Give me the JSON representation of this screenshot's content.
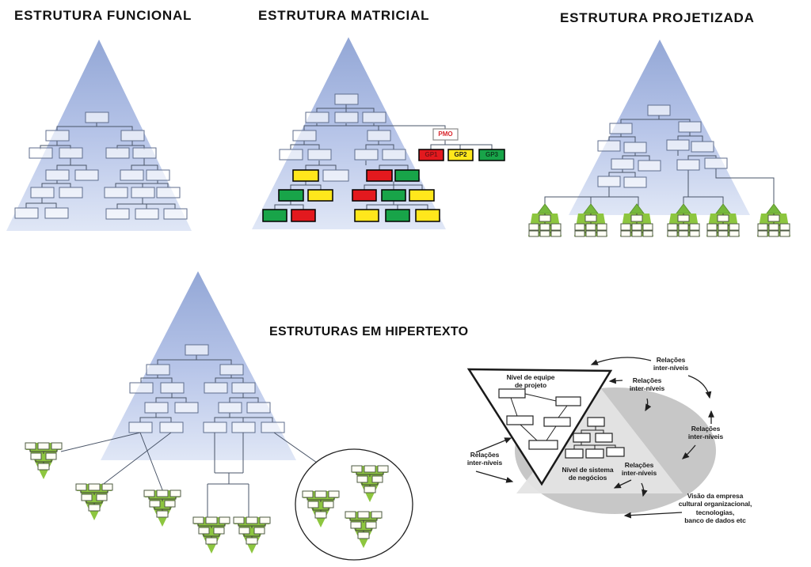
{
  "titles": {
    "funcional": "ESTRUTURA FUNCIONAL",
    "matricial": "ESTRUTURA MATRICIAL",
    "projetizada": "ESTRUTURA PROJETIZADA",
    "hipertexto": "ESTRUTURAS EM HIPERTEXTO"
  },
  "matricial_branch": {
    "pmo": "PMO",
    "gps": [
      "GP1",
      "GP2",
      "GP3"
    ]
  },
  "detail": {
    "team_level": "Nível de equipe\nde projeto",
    "business_level": "Nível de sistema\nde negócios",
    "relations": "Relações\ninter-níveis",
    "vision": "Visão da empresa\ncultural organizacional,\ntecnologias,\nbanco de dados etc"
  },
  "colors": {
    "pyramid_top": "#93a7d6",
    "pyramid_mid": "#b6c4e8",
    "pyramid_bottom": "#e0e7f6",
    "box_red": "#e3191e",
    "box_yellow": "#ffe71c",
    "box_green": "#18a449",
    "tree_green": "#8dc63f",
    "tree_green_dark": "#76b83c",
    "detail_ellipse_gray": "#c7c7c7",
    "detail_pyramid_gray": "#e4e4e4"
  }
}
